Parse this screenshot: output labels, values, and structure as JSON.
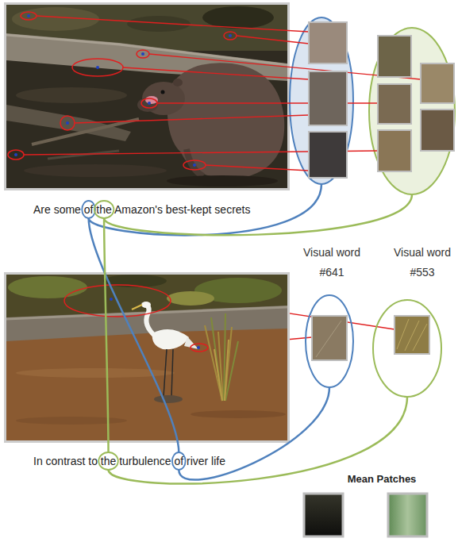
{
  "diagram": {
    "nodes": [
      {
        "text": [
          "Visual word #641"
        ]
      },
      {
        "text": [
          "Visual word #553"
        ]
      }
    ],
    "labels": [
      "Are some of the Amazon's best-kept secrets",
      "In contrast to the turbulence of river life",
      "Mean Patches"
    ]
  }
}
